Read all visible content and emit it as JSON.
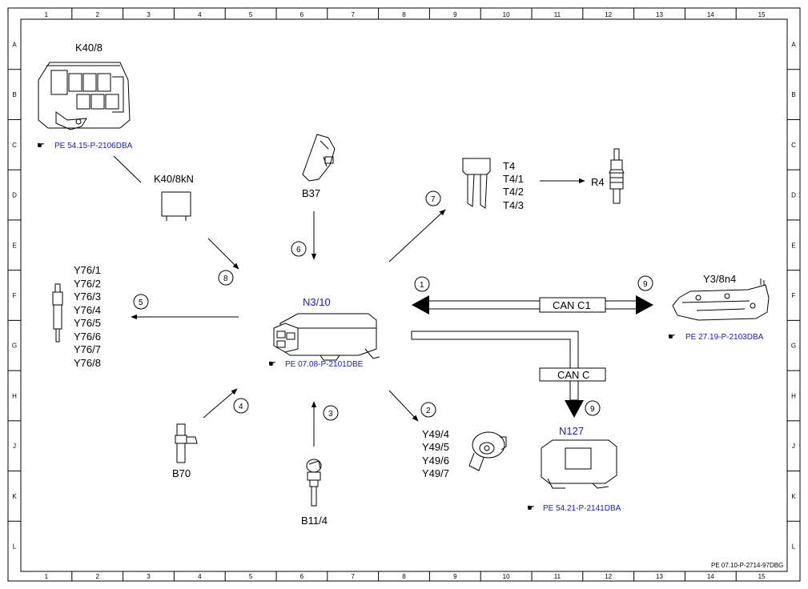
{
  "grid": {
    "columns": [
      "1",
      "2",
      "3",
      "4",
      "5",
      "6",
      "7",
      "8",
      "9",
      "10",
      "11",
      "12",
      "13",
      "14",
      "15"
    ],
    "rows": [
      "A",
      "B",
      "C",
      "D",
      "E",
      "F",
      "G",
      "H",
      "J",
      "K",
      "L"
    ]
  },
  "components": {
    "k40_8": {
      "label": "K40/8",
      "ref": "PE 54.15-P-2106DBA"
    },
    "k40_8kn": {
      "label": "K40/8kN"
    },
    "b37": {
      "label": "B37"
    },
    "t4": {
      "labels": [
        "T4",
        "T4/1",
        "T4/2",
        "T4/3"
      ]
    },
    "r4": {
      "label": "R4"
    },
    "y76": {
      "labels": [
        "Y76/1",
        "Y76/2",
        "Y76/3",
        "Y76/4",
        "Y76/5",
        "Y76/6",
        "Y76/7",
        "Y76/8"
      ]
    },
    "n3_10": {
      "label": "N3/10",
      "ref": "PE 07.08-P-2101DBE"
    },
    "y3_8n4": {
      "label": "Y3/8n4",
      "ref": "PE 27.19-P-2103DBA"
    },
    "b70": {
      "label": "B70"
    },
    "b11_4": {
      "label": "B11/4"
    },
    "y49": {
      "labels": [
        "Y49/4",
        "Y49/5",
        "Y49/6",
        "Y49/7"
      ]
    },
    "n127": {
      "label": "N127",
      "ref": "PE 54.21-P-2141DBA"
    }
  },
  "buses": {
    "can_c1": "CAN C1",
    "can_c": "CAN C"
  },
  "steps": [
    "1",
    "2",
    "3",
    "4",
    "5",
    "6",
    "7",
    "8",
    "9",
    "9"
  ],
  "footer_ref": "PE 07.10-P-2714-97DBG",
  "colors": {
    "link": "#1a1ab8",
    "line": "#000000"
  }
}
